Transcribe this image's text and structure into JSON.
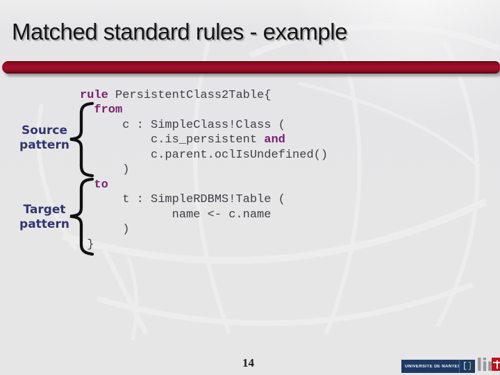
{
  "slide": {
    "title": "Matched standard rules - example",
    "page_number": "14"
  },
  "labels": {
    "source": "Source\npattern",
    "target": "Target\npattern"
  },
  "code": {
    "language": "ATL",
    "keywords": [
      "rule",
      "from",
      "to",
      "and"
    ],
    "lines": [
      {
        "segments": [
          {
            "text": "rule ",
            "keyword": true
          },
          {
            "text": "PersistentClass2Table{",
            "keyword": false
          }
        ]
      },
      {
        "segments": [
          {
            "text": "  ",
            "keyword": false
          },
          {
            "text": "from",
            "keyword": true
          }
        ]
      },
      {
        "segments": [
          {
            "text": "      c : SimpleClass!Class (",
            "keyword": false
          }
        ]
      },
      {
        "segments": [
          {
            "text": "          c.is_persistent ",
            "keyword": false
          },
          {
            "text": "and",
            "keyword": true
          }
        ]
      },
      {
        "segments": [
          {
            "text": "          c.parent.oclIsUndefined()",
            "keyword": false
          }
        ]
      },
      {
        "segments": [
          {
            "text": "      )",
            "keyword": false
          }
        ]
      },
      {
        "segments": [
          {
            "text": "  ",
            "keyword": false
          },
          {
            "text": "to",
            "keyword": true
          }
        ]
      },
      {
        "segments": [
          {
            "text": "      t : SimpleRDBMS!Table (",
            "keyword": false
          }
        ]
      },
      {
        "segments": [
          {
            "text": "             name <- c.name",
            "keyword": false
          }
        ]
      },
      {
        "segments": [
          {
            "text": "      )",
            "keyword": false
          }
        ]
      },
      {
        "segments": [
          {
            "text": " }",
            "keyword": false
          }
        ]
      }
    ]
  },
  "logo": {
    "university": "UNIVERSITÉ DE NANTES",
    "bracket_left": "[",
    "bracket_right": "]",
    "lina": "lin"
  },
  "colors": {
    "accent_bar": "#a31030",
    "keyword": "#7b1e6e",
    "code_text": "#3f3f46",
    "label_text": "#32356e",
    "logo_navy": "#1d3a64",
    "lina_gray": "#98999d",
    "lina_red": "#c1121c"
  }
}
